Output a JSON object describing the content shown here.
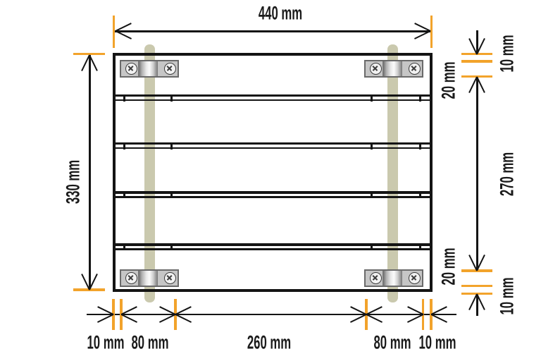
{
  "diagram": {
    "labels": {
      "top": "440 mm",
      "left": "330 mm",
      "right": [
        "10 mm",
        "20 mm",
        "270 mm",
        "20 mm",
        "10 mm"
      ],
      "bottom": [
        "10 mm",
        "80 mm",
        "260 mm",
        "80 mm",
        "10 mm"
      ]
    },
    "colors": {
      "accent_orange": "#F2A32B",
      "batten_beige": "#CAC9AE",
      "bracket_gray": "#C6C6C6",
      "line_black": "#141414",
      "background": "#FFFFFF"
    }
  }
}
